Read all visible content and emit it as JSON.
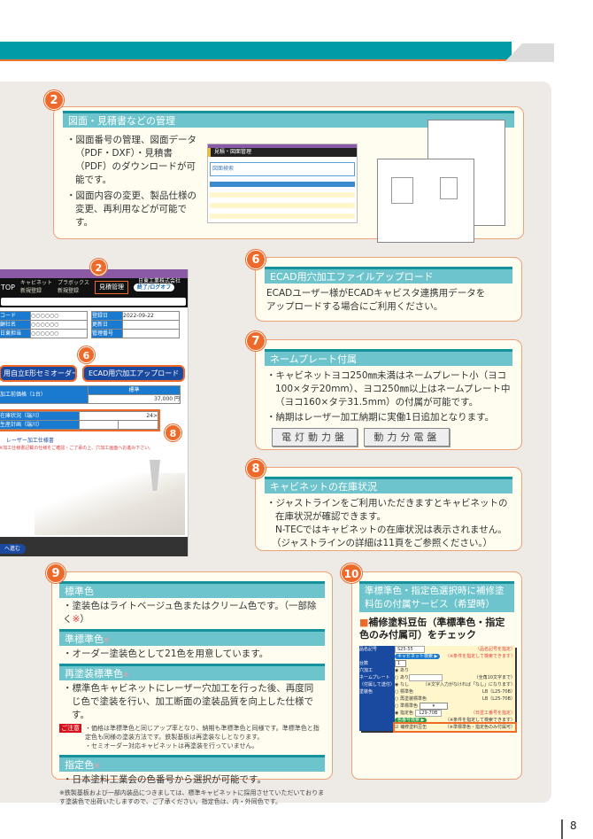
{
  "page_number": "8",
  "colors": {
    "teal": "#009ca6",
    "orange": "#ee6a2a",
    "header_bar": "#6ec4cc",
    "panel": "#eeebe7",
    "box": "#fffdf0"
  },
  "s2": {
    "num": "2",
    "title": "図面・見積書などの管理",
    "bullets": [
      "・図面番号の管理、図面データ（PDF・DXF）・見積書（PDF）のダウンロードが可能です。",
      "・図面内容の変更、製品仕様の変更、再利用などが可能です。"
    ],
    "shot_title": "見積・図面管理",
    "shot_search": "図面検索"
  },
  "portal": {
    "company": "日東工業株式会社",
    "nav": [
      "TOP",
      "キャビネット新規登録",
      "プラボックス新規登録",
      "見積管理"
    ],
    "logout": "終了/ログオフ",
    "rows_left": [
      [
        "コード",
        "○○○○○○"
      ],
      [
        "顧社名",
        "○○○○○○"
      ],
      [
        "日東担当",
        "○○○○○○"
      ]
    ],
    "rows_right": [
      [
        "登録日",
        "2022-09-22"
      ],
      [
        "更新日",
        ""
      ],
      [
        "管理番号",
        ""
      ]
    ],
    "btn_semi": "用自立E形セミオーダー",
    "btn_ecad": "ECAD用穴加工アップロード",
    "price_label": "加工前価格（1台）",
    "price_head": "標準",
    "price": "37,000 円",
    "stock_label": "在庫状況（端川）",
    "stock_val": "24>",
    "plan_label": "生産計画（端川）",
    "spec_link": "レーザー加工仕様書",
    "spec_note": "※加工仕様書記載の仕様をご確認・ご了承の上、穴加工画面へお進み下さい。",
    "next": "へ進む",
    "badges": {
      "b2": "2",
      "b6": "6",
      "b8": "8"
    }
  },
  "s6": {
    "num": "6",
    "title": "ECAD用穴加工ファイルアップロード",
    "text": [
      "ECADユーザー様がECADキャビスタ連携用データを",
      "アップロードする場合にご利用ください。"
    ]
  },
  "s7": {
    "num": "7",
    "title": "ネームプレート付属",
    "bullets": [
      "・キャビネットヨコ250㎜未満はネームプレート小（ヨコ100×タテ20mm）、ヨコ250㎜以上はネームプレート中（ヨコ160×タテ31.5mm）の付属が可能です。",
      "・納期はレーザー加工納期に実働1日追加となります。"
    ],
    "plates": [
      "電灯動力盤",
      "動力分電盤"
    ]
  },
  "s8": {
    "num": "8",
    "title": "キャビネットの在庫状況",
    "bullets": [
      "・ジャストラインをご利用いただきますとキャビネットの在庫状況が確認できます。"
    ],
    "lines": [
      "N-TECではキャビネットの在庫状況は表示されません。",
      "（ジャストラインの詳細は11頁をご参照ください。）"
    ]
  },
  "s9": {
    "num": "9",
    "std": {
      "title": "標準色",
      "text": "・塗装色はライトベージュ色またはクリーム色です。（一部除く",
      "mark": "※",
      "close": "）"
    },
    "semi": {
      "title": "準標準色",
      "mark": "※",
      "text": "・オーダー塗装色として21色を用意しています。"
    },
    "repaint": {
      "title": "再塗装標準色",
      "mark": "※",
      "text": "・標準色キャビネットにレーザー穴加工を行った後、再度同じ色で塗装を行い、加工断面の塗装品質を向上した仕様です。",
      "caution": "ご注意",
      "notes": [
        "・価格は準標準色と同じアップ率となり、納期も準標準色と同様です。準標準色と指定色も同様の塗装方法です。鉄製基板は再塗装なしとなります。",
        "・セミオーダー対応キャビネットは再塗装を行っていません。"
      ]
    },
    "spec": {
      "title": "指定色",
      "mark": "※",
      "text": "・日本塗料工業会の色番号から選択が可能です。",
      "footnote": "※鉄製基板および一部内装品につきましては、標準キャビネットに採用させていただいております塗装色で出荷いたしますので、ご了承ください。指定色は、内・外同色です。"
    }
  },
  "s10": {
    "num": "10",
    "title": "準標準色・指定色選択時に補修塗料缶の付属サービス（希望時）",
    "subtitle": "補修塗料豆缶（準標準色・指定色のみ付属可）をチェック",
    "form": {
      "model_label": "品名記号",
      "model_value": "S25-55",
      "model_hint": "（品名記号を指定）",
      "search_btn": "キャビネット検索 ▶",
      "search_hint": "（※条件を指定して検索できます）",
      "qty_label": "台数",
      "qty_value": "1",
      "hole_label": "穴加工",
      "hole_opt": "あり",
      "plate_label": "ネームプレート（付属して送付）",
      "plate_yes": "あり",
      "plate_no": "なし",
      "plate_hint1": "（全角10文字まで）",
      "plate_hint2": "（※文字入力がなければ「なし」になります）",
      "paint_label": "塗装色",
      "paint_opts": [
        "標準色",
        "再塗装標準色",
        "準標準色",
        "指定色"
      ],
      "paint_vals": [
        "LB（L25-70B）",
        "LB（L25-70B）"
      ],
      "spec_value": "L29-70B",
      "spec_hint": "（日塗工番号を指定）",
      "color_btn": "色番号検索 ▶",
      "color_hint": "（※条件を指定して検索できます）",
      "touchup": "補修塗料豆缶",
      "touchup_hint": "（※準標準色・指定色のみ付属可）"
    }
  }
}
